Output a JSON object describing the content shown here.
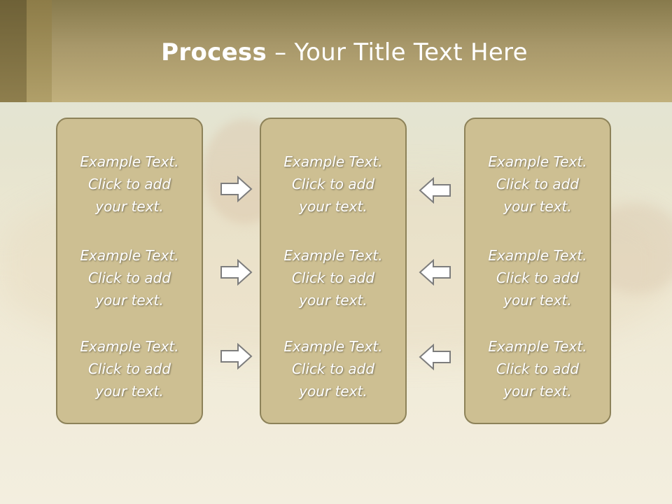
{
  "title": {
    "bold": "Process",
    "rest": " – Your Title Text Here"
  },
  "columns": [
    {
      "items": [
        {
          "l1": "Example Text.",
          "l2": "Click  to add",
          "l3": "your text."
        },
        {
          "l1": "Example Text.",
          "l2": "Click  to add",
          "l3": "your text."
        },
        {
          "l1": "Example Text.",
          "l2": "Click  to add",
          "l3": "your text."
        }
      ]
    },
    {
      "items": [
        {
          "l1": "Example Text.",
          "l2": "Click  to add",
          "l3": "your text."
        },
        {
          "l1": "Example Text.",
          "l2": "Click  to add",
          "l3": "your text."
        },
        {
          "l1": "Example Text.",
          "l2": "Click  to add",
          "l3": "your text."
        }
      ]
    },
    {
      "items": [
        {
          "l1": "Example Text.",
          "l2": "Click  to add",
          "l3": "your text."
        },
        {
          "l1": "Example Text.",
          "l2": "Click  to add",
          "l3": "your text."
        },
        {
          "l1": "Example Text.",
          "l2": "Click  to add",
          "l3": "your text."
        }
      ]
    }
  ],
  "arrows": {
    "left_to_middle": [
      "right-arrow-icon",
      "right-arrow-icon",
      "right-arrow-icon"
    ],
    "right_to_middle": [
      "left-arrow-icon",
      "left-arrow-icon",
      "left-arrow-icon"
    ]
  },
  "colors": {
    "header": "#a8986a",
    "box_fill": "#cdbf92",
    "box_border": "#8d8259",
    "text": "#ffffff"
  }
}
